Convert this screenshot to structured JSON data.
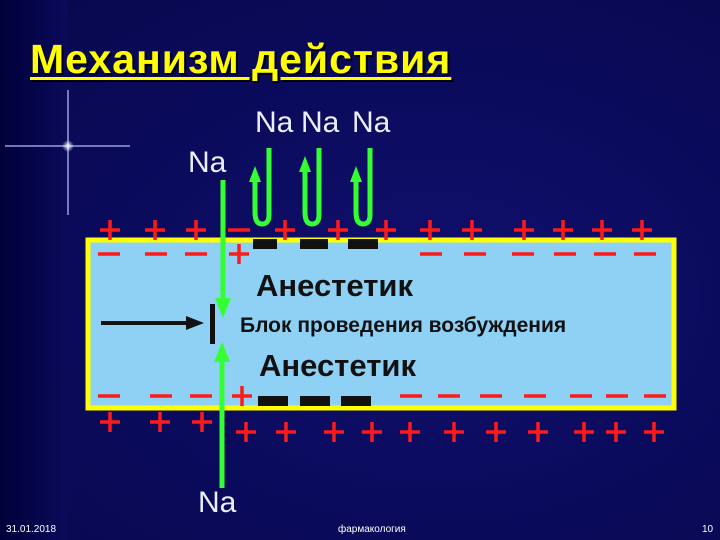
{
  "title": "Механизм действия",
  "na_labels": {
    "top_group": [
      "Na",
      "Na",
      "Na"
    ],
    "left_top": "Na",
    "bottom": "Na"
  },
  "anesthetic_top": "Анестетик",
  "anesthetic_bottom": "Анестетик",
  "block_text": "Блок проведения возбуждения",
  "colors": {
    "background": "#0a0a5a",
    "title": "#ffff00",
    "membrane_fill": "#8fd0f5",
    "membrane_border": "#ffff00",
    "charge": "#ff1a1a",
    "arrow_green": "#33ff33"
  },
  "footer": {
    "date": "31.01.2018",
    "subject": "фармакология",
    "page": "10"
  }
}
